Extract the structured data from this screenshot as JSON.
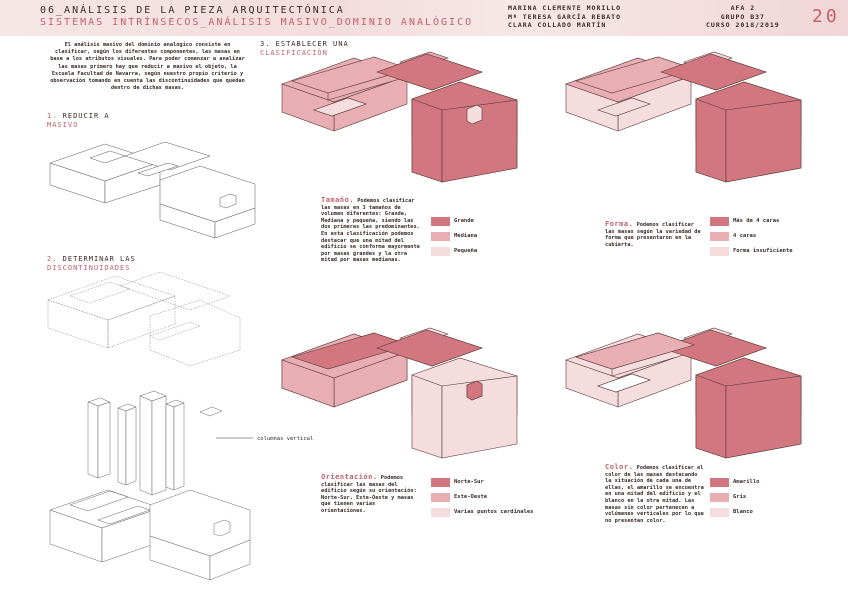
{
  "header": {
    "title": "06_ANÁLISIS DE LA PIEZA ARQUITECTÓNICA",
    "subtitle": "SISTEMAS INTRÍNSECOS_ANÁLISIS MASIVO_DOMINIO ANALÓGICO",
    "authors": [
      "MARINA CLEMENTE MORILLO",
      "Mª TERESA GARCÍA REBATO",
      "CLARA COLLADO MARTÍN"
    ],
    "course": [
      "AFA 2",
      "GRUPO B37",
      "CURSO 2018/2019"
    ],
    "page_number": "20"
  },
  "intro": "El análisis masivo del dominio analógico consiste en clasificar, según los diferentes componentes, las masas en base a los atributos visuales. Para poder comenzar a analizar las masas primero hay que reducir a masivo el objeto, la Escuela Facultad de Navarra, según nuestro propio criterio y observación tomando en cuenta las discontinuidades que quedan dentro de dichas masas.",
  "sections": {
    "s1": {
      "num": "1.",
      "title": "REDUCIR A",
      "sub": "MASIVO"
    },
    "s2": {
      "num": "2.",
      "title": "DETERMINAR LAS",
      "sub": "DISCONTINUIDADES"
    },
    "s3": {
      "num": "3.",
      "title": "ESTABLECER UNA",
      "sub": "CLASIFICACIÓN"
    }
  },
  "labels": {
    "vertical": "columnas vertical"
  },
  "colors": {
    "dark": "#d27780",
    "mid": "#e9aeb3",
    "light": "#f5dcdd",
    "accent": "#c55f6c"
  },
  "classifications": {
    "tamano": {
      "heading": "Tamaño.",
      "text": "Podemos clasificar las masas en 3 tamaños de volumen diferentes: Grande, Mediana y pequeña, siendo las dos primeras las predominantes. En esta clasificación podemos destacar que una mitad del edificio se conforma mayormente por masas grandes y la otra mitad por masas medianas.",
      "legend": [
        "Grande",
        "Mediana",
        "Pequeña"
      ]
    },
    "forma": {
      "heading": "Forma.",
      "text": "Podemos clasificar las masas según la variedad de forma que presentaron en la cubierta.",
      "legend": [
        "Más de 4 caras",
        "4 caras",
        "Forma insuficiente"
      ]
    },
    "orientacion": {
      "heading": "Orientación.",
      "text": "Podemos clasificar las masas del edificio según su orientación: Norte-Sur, Este-Oeste y masas que tienen varias orientaciones.",
      "legend": [
        "Norte-Sur",
        "Este-Oeste",
        "Varias puntos cardinales"
      ]
    },
    "color": {
      "heading": "Color.",
      "text": "Podemos clasificar el color de las masas destacando la situación de cada una de ellas, el amarillo se encuentra en una mitad del edificio y el blanco en la otra mitad. Las masas sin color pertenecen a volúmenes verticales por lo que no presentan color.",
      "legend": [
        "Amarillo",
        "Gris",
        "Blanco"
      ]
    }
  }
}
